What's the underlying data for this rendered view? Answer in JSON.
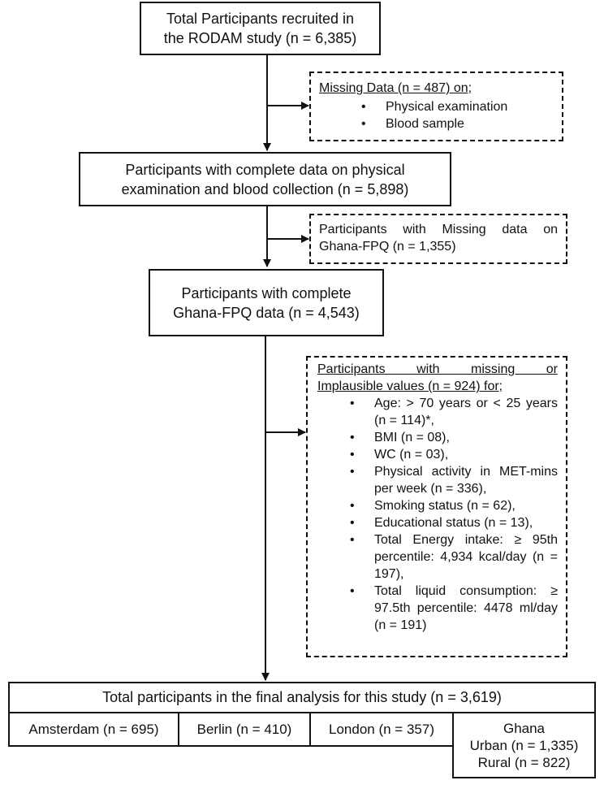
{
  "boxes": {
    "recruited": {
      "line1": "Total Participants recruited in",
      "line2": "the RODAM study (n = 6,385)"
    },
    "missing1": {
      "header": "Missing Data (n = 487) on;",
      "items": [
        "Physical examination",
        "Blood sample"
      ]
    },
    "complete_phys": {
      "line1": "Participants with complete data on physical",
      "line2": "examination and blood collection (n = 5,898)"
    },
    "missing2": {
      "line1": "Participants with Missing data on",
      "line2": "Ghana-FPQ (n = 1,355)"
    },
    "complete_fpq": {
      "line1": "Participants with complete",
      "line2": "Ghana-FPQ data (n = 4,543)"
    },
    "missing3": {
      "header1": "Participants with missing or",
      "header2": "Implausible values (n = 924) for;",
      "items": [
        "Age: > 70 years or < 25 years (n = 114)*,",
        "BMI (n = 08),",
        "WC (n = 03),",
        "Physical activity in MET-mins per week (n = 336),",
        "Smoking status (n = 62),",
        "Educational status (n = 13),",
        "Total Energy intake: ≥ 95th percentile: 4,934 kcal/day (n = 197),",
        "Total liquid consumption: ≥ 97.5th percentile: 4478 ml/day (n = 191)"
      ]
    },
    "final": {
      "title": "Total participants in the final analysis for this study (n = 3,619)",
      "sites": [
        "Amsterdam (n = 695)",
        "Berlin (n = 410)",
        "London (n = 357)"
      ],
      "ghana": {
        "title": "Ghana",
        "urban": "Urban (n = 1,335)",
        "rural": "Rural (n = 822)"
      }
    }
  },
  "colors": {
    "line": "#111111",
    "background": "#ffffff"
  }
}
